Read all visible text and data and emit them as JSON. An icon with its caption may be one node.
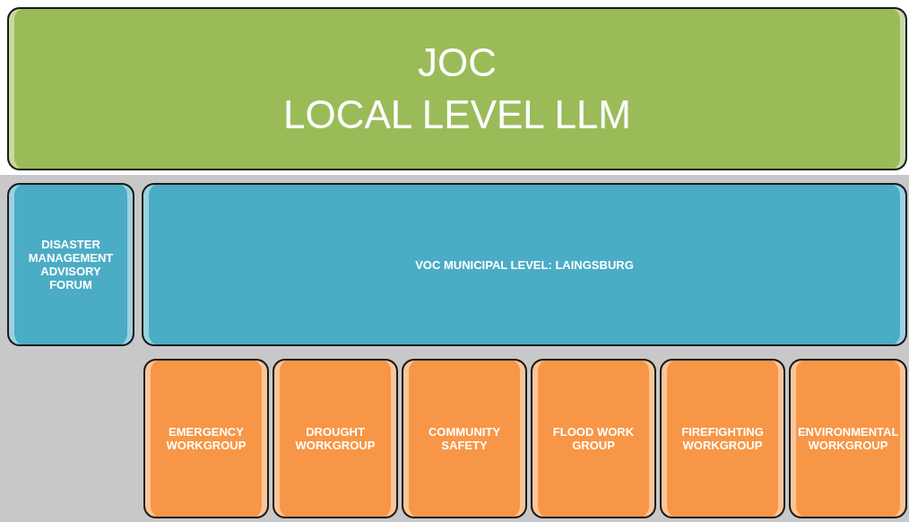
{
  "diagram": {
    "nodes": [
      {
        "text": [
          "JOC",
          "LOCAL LEVEL LLM"
        ]
      },
      {
        "text": [
          "DISASTER MANAGEMENT ADVISORY FORUM"
        ]
      },
      {
        "text": [
          "VOC MUNICIPAL LEVEL: LAINGSBURG"
        ]
      },
      {
        "text": [
          "EMERGENCY WORKGROUP"
        ]
      },
      {
        "text": [
          "DROUGHT WORKGROUP"
        ]
      },
      {
        "text": [
          "COMMUNITY SAFETY"
        ]
      },
      {
        "text": [
          "FLOOD WORK GROUP"
        ]
      },
      {
        "text": [
          "FIREFIGHTING WORKGROUP"
        ]
      },
      {
        "text": [
          "ENVIRONMENTAL WORKGROUP"
        ]
      }
    ]
  }
}
